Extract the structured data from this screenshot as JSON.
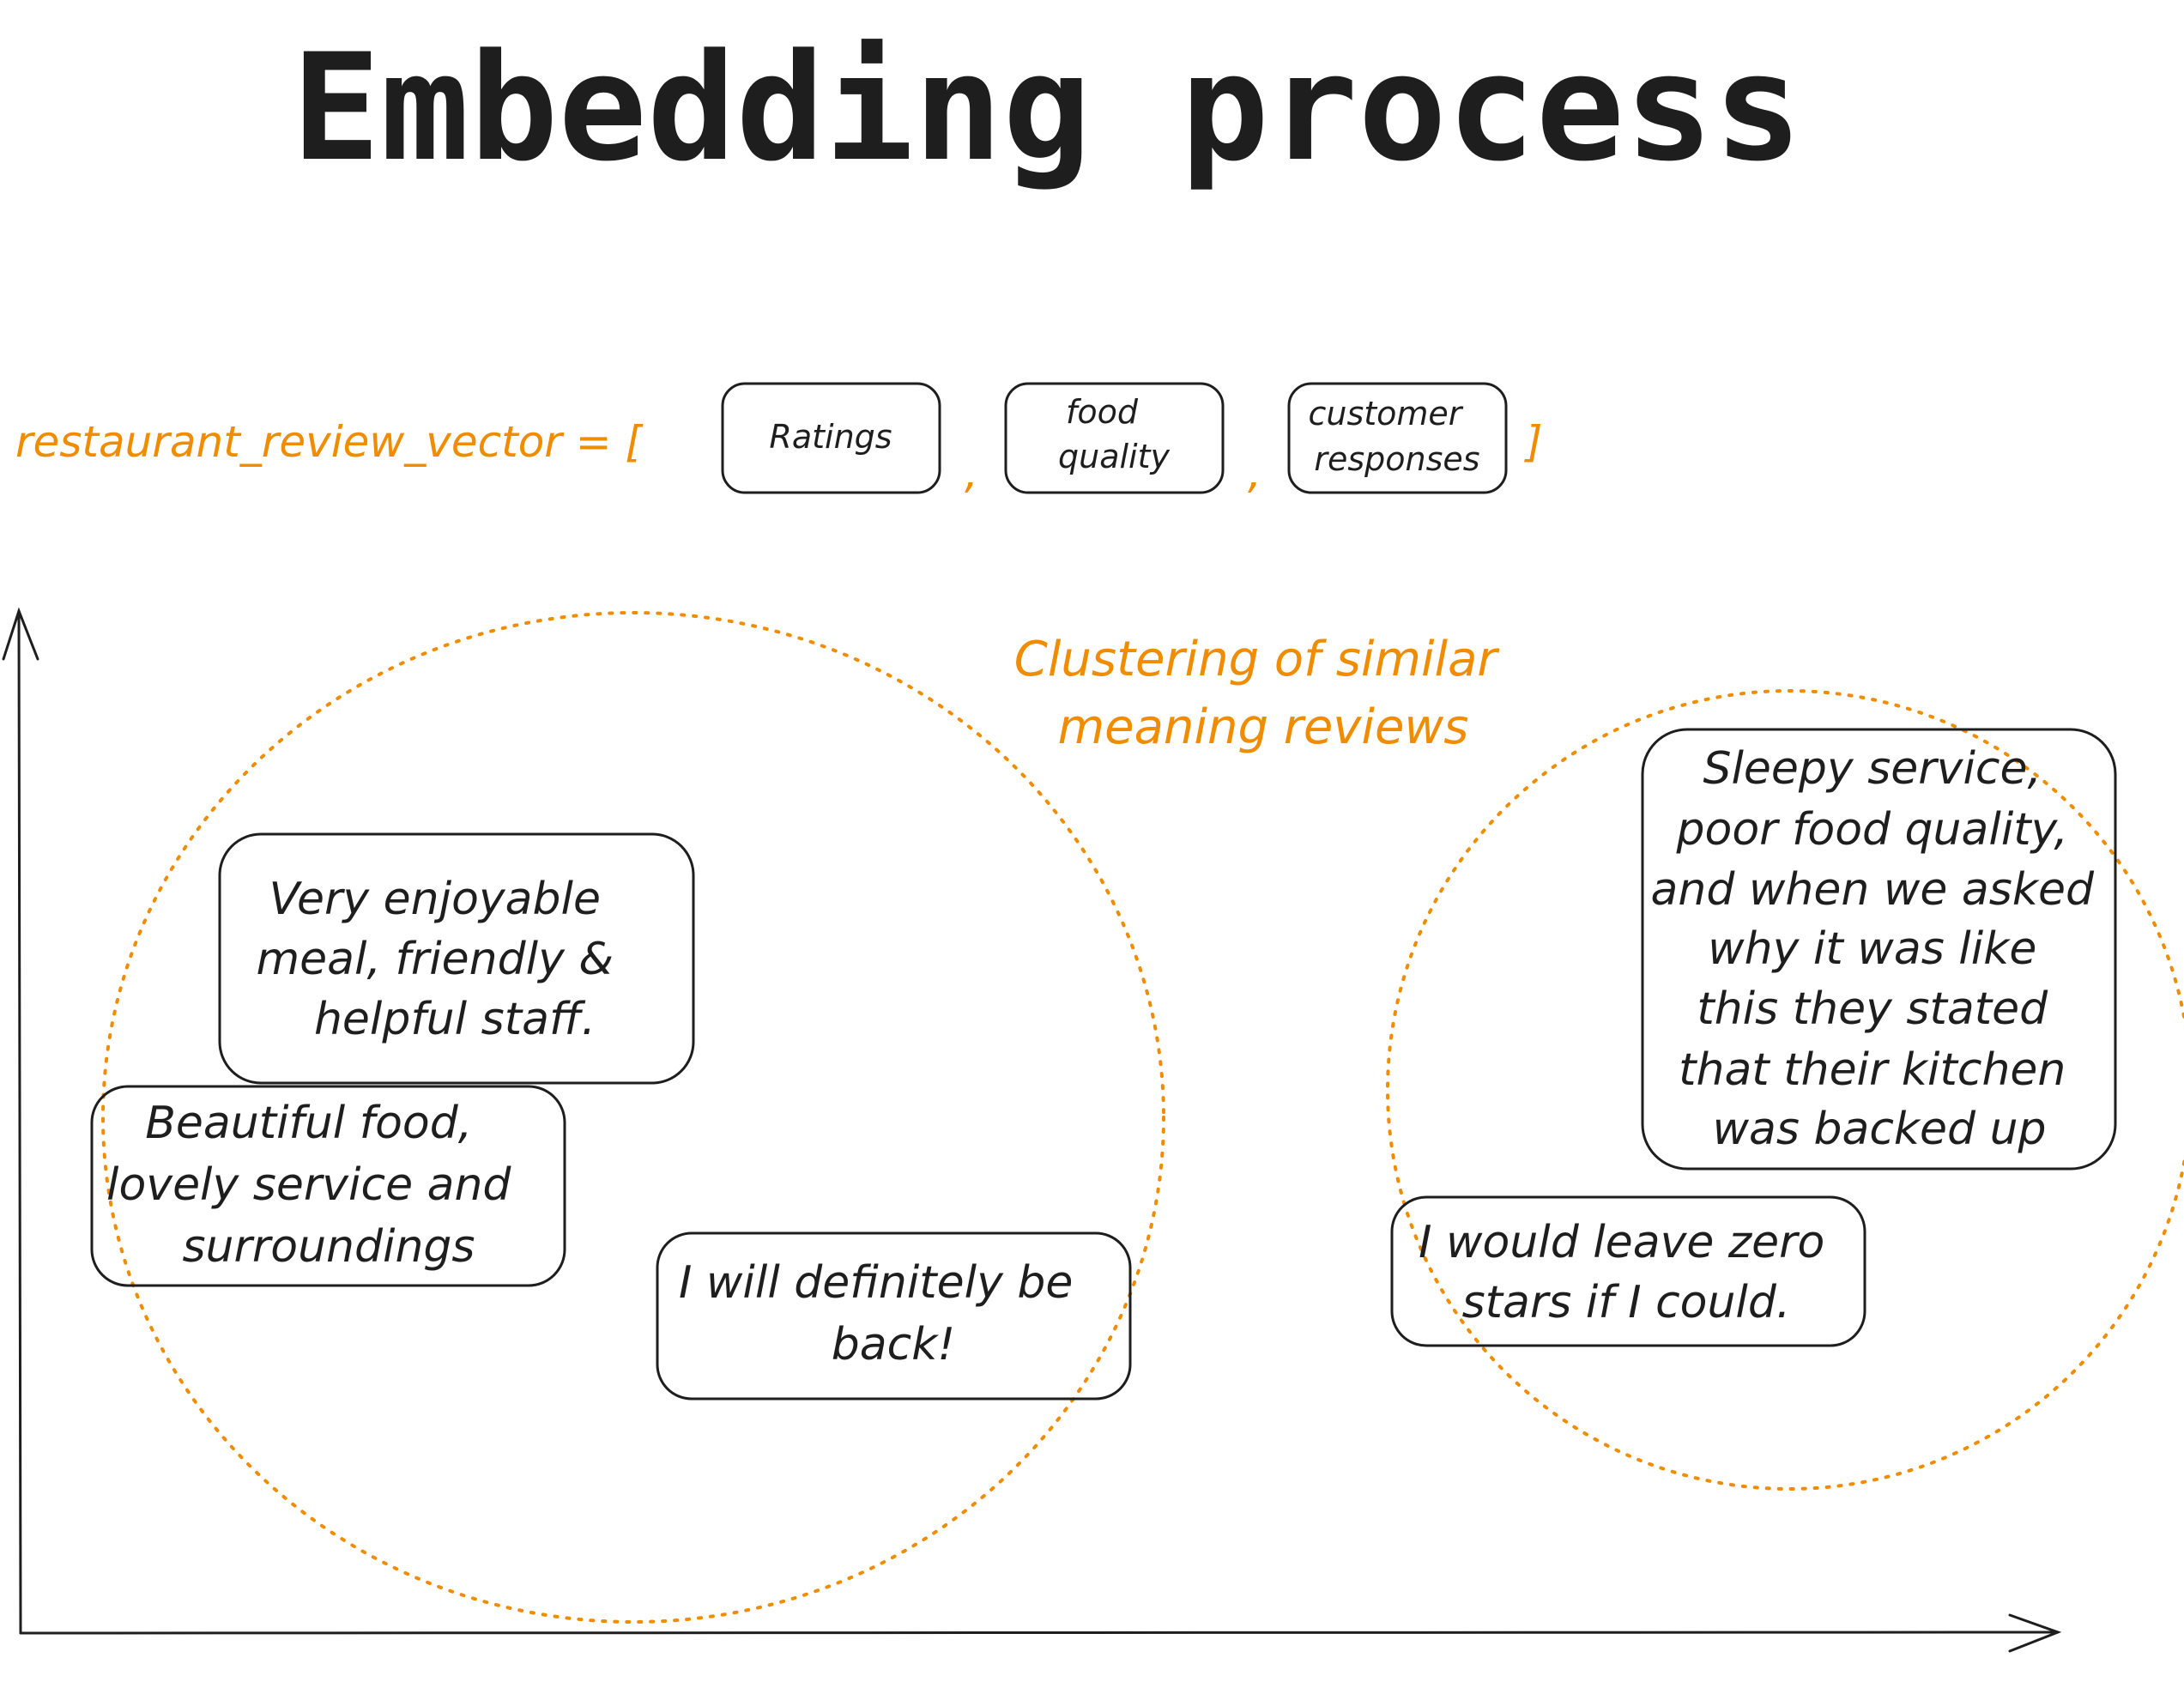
{
  "title": "Embedding process",
  "vector": {
    "label": "restaurant_review_vector = [",
    "close_bracket": "]",
    "separator": ",",
    "features": [
      {
        "lines": [
          "Ratings"
        ]
      },
      {
        "lines": [
          "food",
          "quality"
        ]
      },
      {
        "lines": [
          "customer",
          "responses"
        ]
      }
    ]
  },
  "cluster_annotation": {
    "lines": [
      "Clustering of similar",
      "meaning reviews"
    ]
  },
  "reviews": [
    {
      "lines": [
        "Very enjoyable",
        "meal, friendly &",
        "helpful staff."
      ],
      "cluster": "positive"
    },
    {
      "lines": [
        "Beautiful food,",
        "lovely service and",
        "surroundings"
      ],
      "cluster": "positive"
    },
    {
      "lines": [
        "I will definitely be",
        "back!"
      ],
      "cluster": "positive"
    },
    {
      "lines": [
        "Sleepy service,",
        "poor food quality,",
        "and when we asked",
        "why it was like",
        "this they stated",
        "that their kitchen",
        "was backed up"
      ],
      "cluster": "negative"
    },
    {
      "lines": [
        "I would leave zero",
        "stars if I could."
      ],
      "cluster": "negative"
    }
  ],
  "colors": {
    "accent": "#f08c00",
    "ink": "#1e1e1e"
  }
}
